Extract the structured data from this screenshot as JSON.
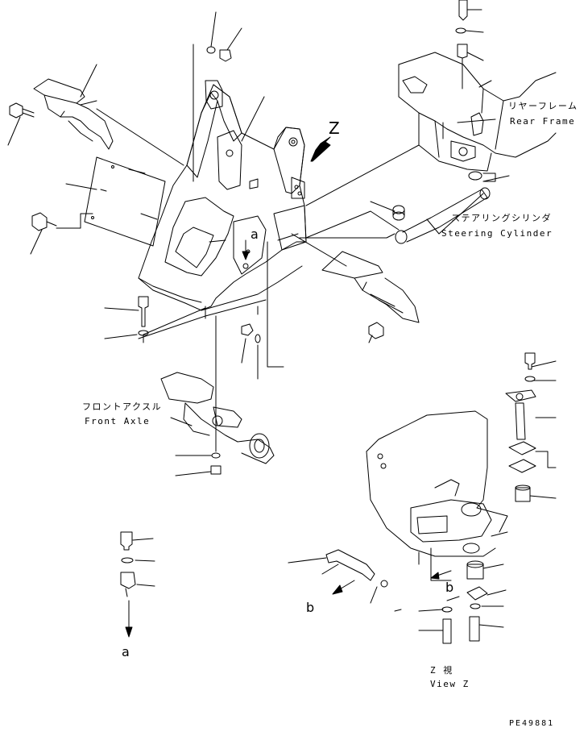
{
  "labels": {
    "rear_frame_jp": "リヤーフレーム",
    "rear_frame_en": "Rear Frame",
    "steering_cylinder_jp": "ステアリングシリンダ",
    "steering_cylinder_en": "Steering Cylinder",
    "front_axle_jp": "フロントアクスル",
    "front_axle_en": "Front Axle",
    "view_z_jp": "Z  視",
    "view_z_en": "View Z"
  },
  "references": {
    "z": "Z",
    "a": "a",
    "b": "b"
  },
  "drawing_code": "PE49881"
}
